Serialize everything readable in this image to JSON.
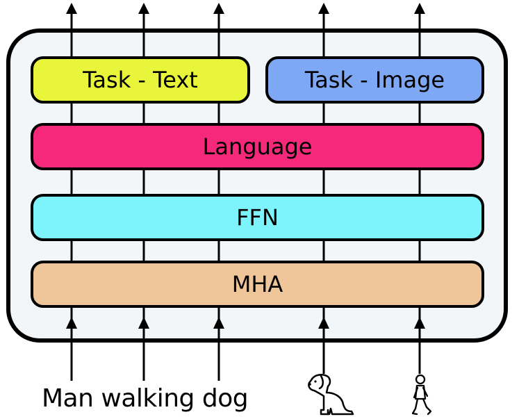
{
  "blocks": {
    "task_text": {
      "label": "Task - Text",
      "color": "#e8f53a"
    },
    "task_image": {
      "label": "Task - Image",
      "color": "#7ea7f4"
    },
    "language": {
      "label": "Language",
      "color": "#f6287a"
    },
    "ffn": {
      "label": "FFN",
      "color": "#7df3fb"
    },
    "mha": {
      "label": "MHA",
      "color": "#efc59a"
    }
  },
  "input_caption": "Man walking dog",
  "icons": [
    "dog-icon",
    "walking-person-icon"
  ],
  "container_color": "#f3f6f9"
}
